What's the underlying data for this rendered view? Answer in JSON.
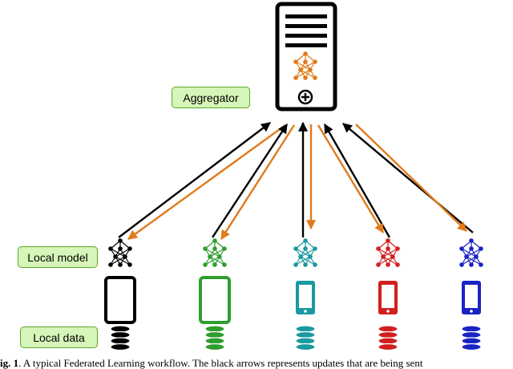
{
  "labels": {
    "aggregator": "Aggregator",
    "local_model": "Local model",
    "local_data": "Local data"
  },
  "caption": {
    "prefix": "ig. 1",
    "text": ". A typical Federated Learning workflow. The black arrows represents updates that are being sent"
  },
  "colors": {
    "server": "#000000",
    "update_arrow": "#000000",
    "broadcast_arrow": "#e07b1a",
    "label_fill": "#d6f5b8",
    "label_border": "#5aa82a",
    "server_model": "#e07b1a"
  },
  "icons": {
    "server": "server-icon",
    "aggregate": "circled-plus-icon",
    "model": "neural-network-icon",
    "device": "device-icon",
    "storage": "database-icon"
  },
  "clients": [
    {
      "color": "#000000",
      "device": "tablet"
    },
    {
      "color": "#2e9e2e",
      "device": "tablet"
    },
    {
      "color": "#1a9aa0",
      "device": "phone"
    },
    {
      "color": "#d11f1f",
      "device": "phone"
    },
    {
      "color": "#1a23c2",
      "device": "phone"
    }
  ]
}
